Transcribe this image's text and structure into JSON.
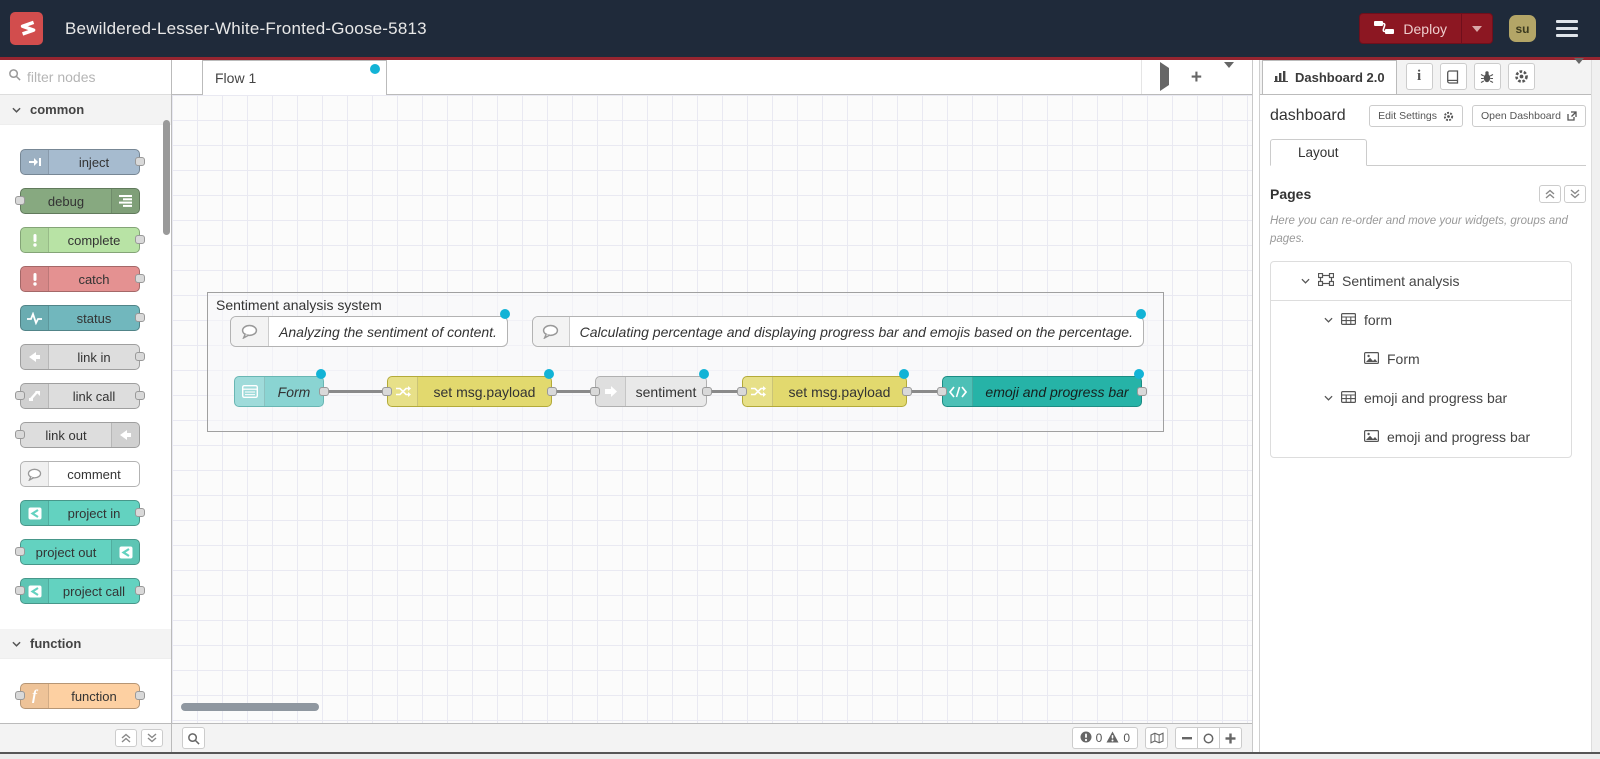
{
  "header": {
    "title": "Bewildered-Lesser-White-Fronted-Goose-5813",
    "deploy_label": "Deploy",
    "avatar_initials": "su"
  },
  "palette": {
    "search_placeholder": "filter nodes",
    "categories": [
      {
        "label": "common",
        "items": [
          {
            "label": "inject"
          },
          {
            "label": "debug"
          },
          {
            "label": "complete"
          },
          {
            "label": "catch"
          },
          {
            "label": "status"
          },
          {
            "label": "link in"
          },
          {
            "label": "link call"
          },
          {
            "label": "link out"
          },
          {
            "label": "comment"
          },
          {
            "label": "project in"
          },
          {
            "label": "project out"
          },
          {
            "label": "project call"
          }
        ]
      },
      {
        "label": "function",
        "items": [
          {
            "label": "function"
          }
        ]
      }
    ]
  },
  "canvas": {
    "tab_label": "Flow 1",
    "group_label": "Sentiment analysis system",
    "comments": [
      "Analyzing the sentiment of content.",
      "Calculating percentage and displaying progress bar and emojis based on the percentage."
    ],
    "nodes": [
      {
        "label": "Form"
      },
      {
        "label": "set msg.payload"
      },
      {
        "label": "sentiment"
      },
      {
        "label": "set msg.payload"
      },
      {
        "label": "emoji and progress bar"
      }
    ]
  },
  "sidebar": {
    "tab_label": "Dashboard 2.0",
    "panel_title": "dashboard",
    "buttons": {
      "edit_settings": "Edit Settings",
      "open_dashboard": "Open Dashboard"
    },
    "layout_tab": "Layout",
    "pages_title": "Pages",
    "pages_help": "Here you can re-order and move your widgets, groups and pages.",
    "tree": [
      {
        "label": "Sentiment analysis",
        "type": "page"
      },
      {
        "label": "form",
        "type": "group"
      },
      {
        "label": "Form",
        "type": "widget"
      },
      {
        "label": "emoji and progress bar",
        "type": "group"
      },
      {
        "label": "emoji and progress bar",
        "type": "widget"
      }
    ]
  },
  "status_bar": {
    "error_count": "0",
    "warning_count": "0"
  },
  "colors": {
    "header_bg": "#1f2a3a",
    "brand_red": "#d24d4d",
    "deploy_red": "#8c1722",
    "changed_dot": "#12b3d6",
    "node_inject": "#a6bbcf",
    "node_debug": "#87a980",
    "node_complete": "#b8e3a5",
    "node_catch": "#e49191",
    "node_status": "#71b7bd",
    "node_link": "#dddddd",
    "node_comment": "#ffffff",
    "node_project": "#63d2c0",
    "node_function": "#fdd0a2",
    "node_change": "#e2d96e",
    "node_form": "#8ad4d2",
    "node_sentiment": "#e9e9e9",
    "node_template": "#26b3a7"
  }
}
